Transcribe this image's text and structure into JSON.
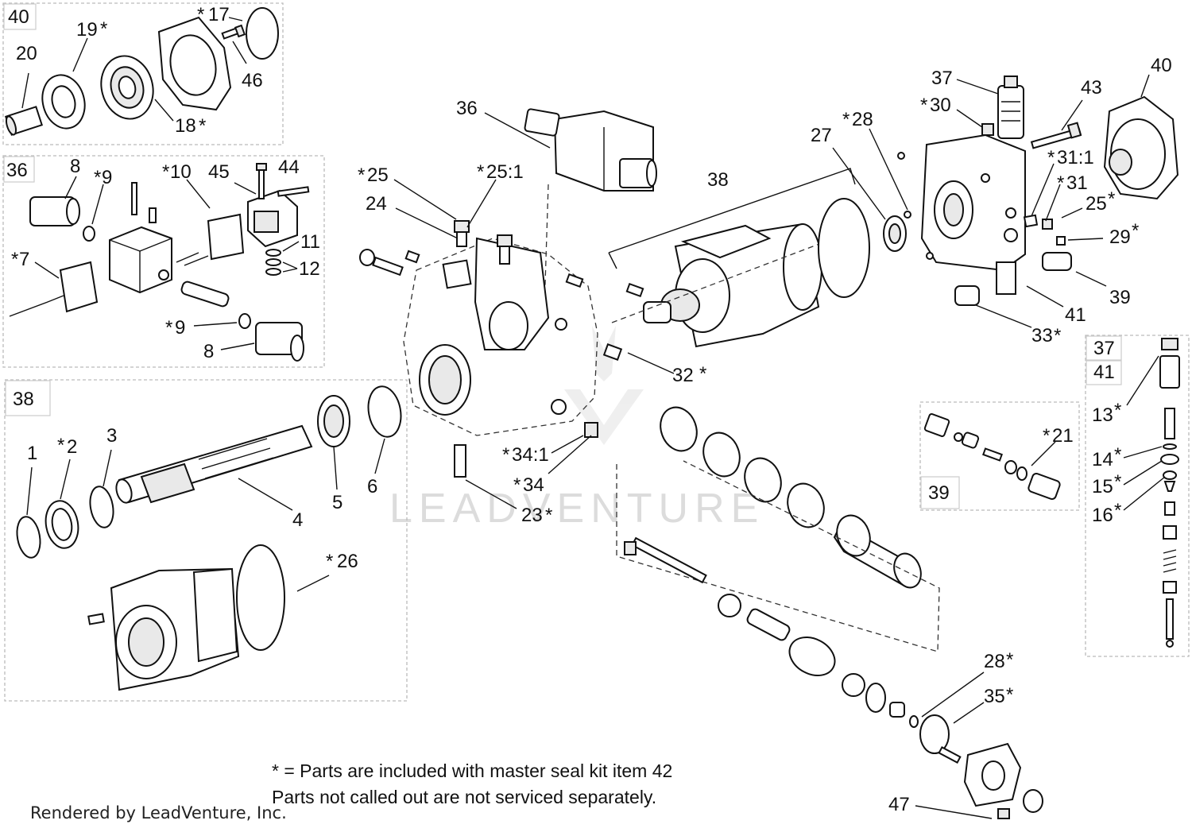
{
  "diagram": {
    "callouts": {
      "c40a": "40",
      "c19": "19",
      "c17": "17",
      "c20": "20",
      "c46": "46",
      "c18": "18",
      "c36a": "36",
      "c8a": "8",
      "c9a": "9",
      "c10": "10",
      "c45": "45",
      "c44": "44",
      "c11": "11",
      "c12": "12",
      "c7": "7",
      "c9b": "9",
      "c8b": "8",
      "c38a": "38",
      "c1": "1",
      "c2": "2",
      "c3": "3",
      "c4": "4",
      "c5": "5",
      "c6": "6",
      "c26": "26",
      "c36b": "36",
      "c25": "25",
      "c251": "25:1",
      "c24": "24",
      "c32": "32",
      "c341": "34:1",
      "c34": "34",
      "c23": "23",
      "c38b": "38",
      "c27": "27",
      "c28a": "28",
      "c37a": "37",
      "c30": "30",
      "c43": "43",
      "c40b": "40",
      "c311": "31:1",
      "c31": "31",
      "c25b": "25",
      "c29": "29",
      "c39a": "39",
      "c41a": "41",
      "c33": "33",
      "c37b": "37",
      "c41b": "41",
      "c13": "13",
      "c14": "14",
      "c15": "15",
      "c16": "16",
      "c21": "21",
      "c39b": "39",
      "c28b": "28",
      "c35": "35",
      "c47": "47"
    },
    "notes": {
      "seal_kit": "* = Parts are included with master seal kit item 42",
      "not_serviced": "Parts not called out are not serviced separately."
    },
    "credit": "Rendered by LeadVenture, Inc.",
    "watermark": "LEADVENTURE"
  }
}
